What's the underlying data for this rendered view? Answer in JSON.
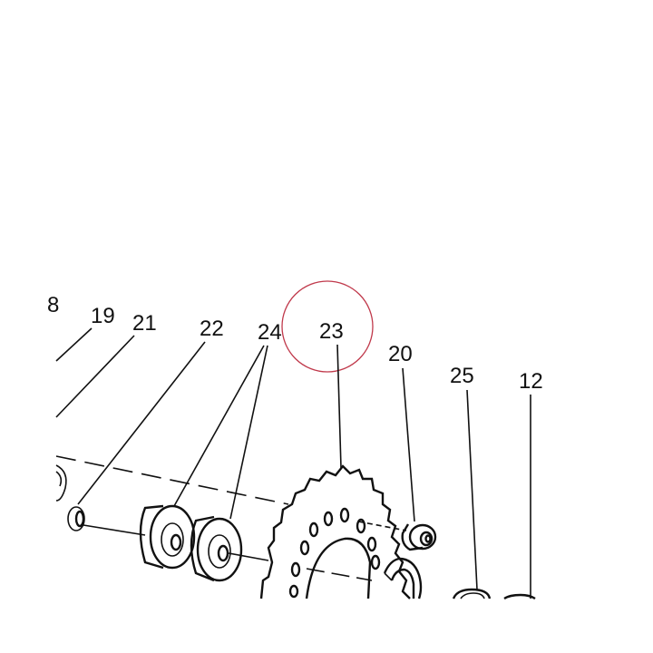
{
  "diagram": {
    "labels": {
      "l18": "8",
      "l19": "19",
      "l21": "21",
      "l22": "22",
      "l24": "24",
      "l23": "23",
      "l20": "20",
      "l25": "25",
      "l12": "12"
    },
    "highlight_color": "#c0394b",
    "ink_color": "#111111"
  }
}
